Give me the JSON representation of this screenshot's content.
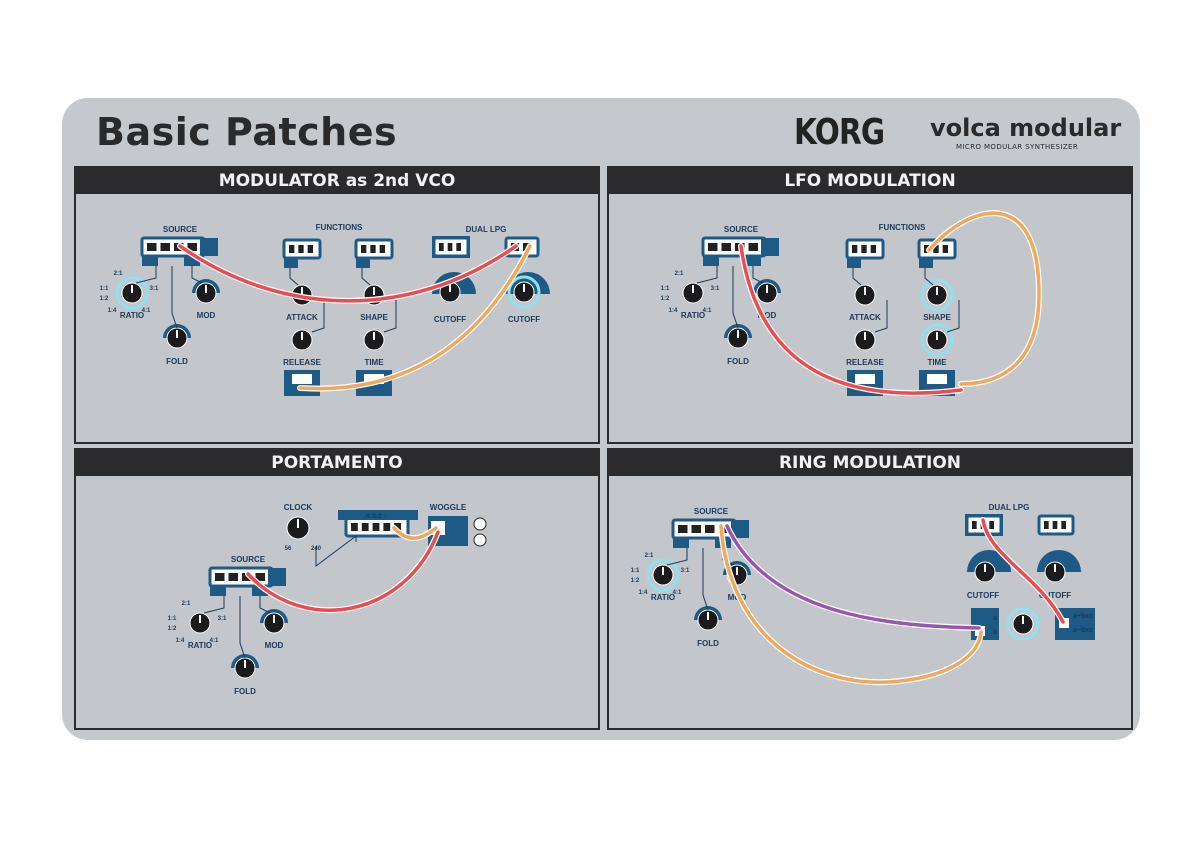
{
  "header": {
    "title": "Basic Patches",
    "brand": "KORG",
    "product": "volca modular",
    "product_sub": "MICRO MODULAR SYNTHESIZER"
  },
  "panels": [
    {
      "title": "MODULATOR as 2nd VCO"
    },
    {
      "title": "LFO MODULATION"
    },
    {
      "title": "PORTAMENTO"
    },
    {
      "title": "RING MODULATION"
    }
  ],
  "labels": {
    "source": "SOURCE",
    "functions": "FUNCTIONS",
    "dual_lpg": "DUAL LPG",
    "ratio": "RATIO",
    "mod": "MOD",
    "fold": "FOLD",
    "attack": "ATTACK",
    "shape": "SHAPE",
    "release": "RELEASE",
    "time": "TIME",
    "cutoff": "CUTOFF",
    "clock": "CLOCK",
    "woggle": "WOGGLE",
    "r21": "2:1",
    "r11": "1:1",
    "r12": "1:2",
    "r14": "1:4",
    "r31": "3:1",
    "r41": "4:1",
    "clk_min": "56",
    "clk_max": "240",
    "plus_minus": "+  −  ⎍",
    "ring_a": "a",
    "ring_b": "b",
    "abxc1": "a+bxc",
    "abxc2": "a−bxc",
    "seq_steps": "⁄4 ⁄3 ⁄2  ♪"
  },
  "colors": {
    "card": "#c5c8cd",
    "panel_header": "#2b2b2d",
    "module_blue": "#1e5a86",
    "cable_red": "#ee4a4f",
    "cable_orange": "#f2a85c",
    "cable_purple": "#9a55b0",
    "highlight_cyan": "#8fe0f0"
  }
}
